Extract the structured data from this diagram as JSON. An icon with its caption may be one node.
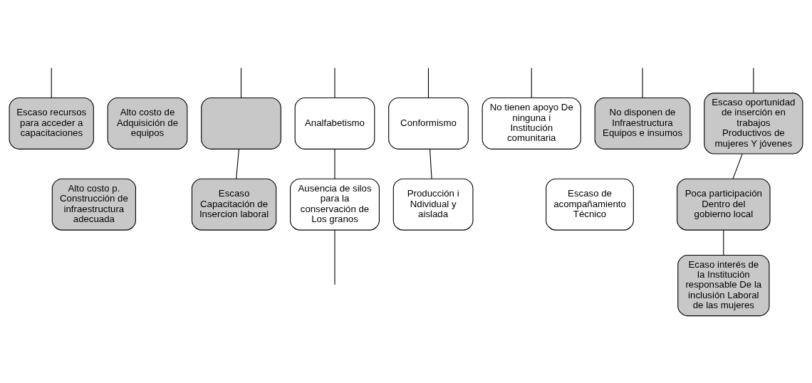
{
  "diagram": {
    "nodes": [
      {
        "text": [
          "Escaso recursos para acceder a capacitaciones"
        ]
      },
      {
        "text": [
          "Alto costo de Adquisición de equipos"
        ]
      },
      {
        "text": [],
        "shape": "box"
      },
      {
        "text": [
          "Analfabetismo"
        ]
      },
      {
        "text": [
          "Conformismo"
        ]
      },
      {
        "text": [
          "No tienen apoyo De ninguna i Institución comunitaria"
        ]
      },
      {
        "text": [
          "No disponen de Infraestructura Equipos e insumos"
        ]
      },
      {
        "text": [
          "Escaso oportunidad de inserción en trabajos Productivos de mujeres Y jóvenes"
        ]
      },
      {
        "text": [
          "Alto costo p. Construcción de infraestructura adecuada"
        ]
      },
      {
        "text": [
          "Escaso Capacitación de Insercion laboral"
        ]
      },
      {
        "text": [
          "Ausencia de silos para la conservación de Los granos"
        ]
      },
      {
        "text": [
          "Producción i Ndividual y aislada"
        ]
      },
      {
        "text": [
          "Escaso de acompañamiento Técnico"
        ]
      },
      {
        "text": [
          "Poca participación Dentro del gobierno local"
        ]
      },
      {
        "text": [
          "Ecaso interés de la Institución responsable De la inclusión Laboral de las mujeres"
        ]
      }
    ],
    "edges": [
      {
        "from": null,
        "to": 0,
        "arrow": "none"
      },
      {
        "from": null,
        "to": 2,
        "arrow": "none"
      },
      {
        "from": null,
        "to": 3,
        "arrow": "none"
      },
      {
        "from": null,
        "to": 4,
        "arrow": "none"
      },
      {
        "from": null,
        "to": 5,
        "arrow": "none"
      },
      {
        "from": null,
        "to": 6,
        "arrow": "none"
      },
      {
        "from": null,
        "to": 7,
        "arrow": "none"
      },
      {
        "from": 2,
        "to": 9,
        "arrow": "none"
      },
      {
        "from": 3,
        "to": 10,
        "arrow": "none"
      },
      {
        "from": 4,
        "to": 11,
        "arrow": "none"
      },
      {
        "from": 7,
        "to": 13,
        "arrow": "none"
      },
      {
        "from": 13,
        "to": 14,
        "arrow": "none"
      },
      {
        "from": 10,
        "to": null,
        "arrow": "none"
      }
    ]
  }
}
